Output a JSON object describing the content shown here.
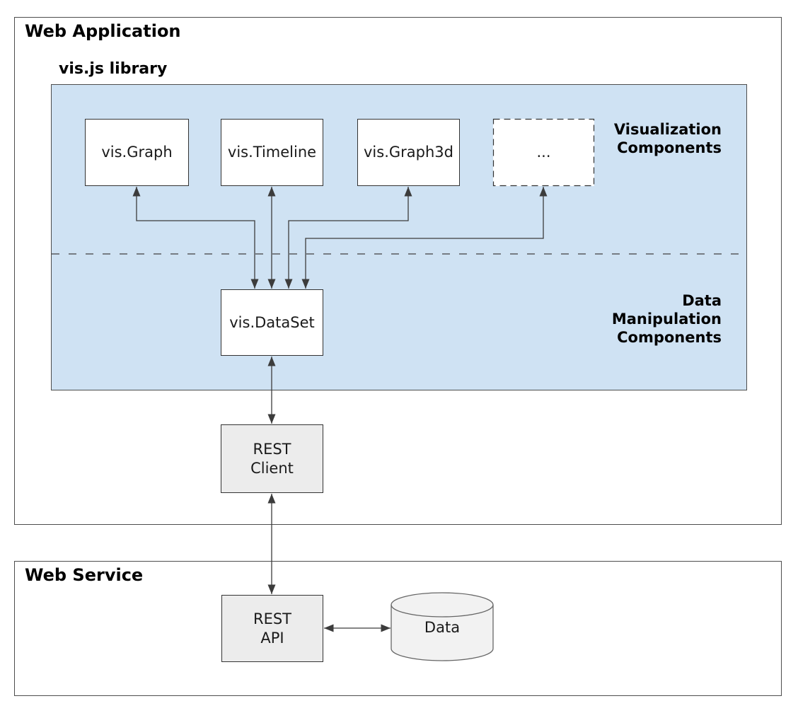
{
  "diagram": {
    "web_application": {
      "title": "Web Application",
      "visjs_library_label": "vis.js library",
      "visualization_section": {
        "label_lines": [
          "Visualization",
          "Components"
        ],
        "components": [
          "vis.Graph",
          "vis.Timeline",
          "vis.Graph3d",
          "..."
        ]
      },
      "data_manipulation_section": {
        "label_lines": [
          "Data",
          "Manipulation",
          "Components"
        ],
        "dataset_label": "vis.DataSet"
      },
      "rest_client_lines": [
        "REST",
        "Client"
      ]
    },
    "web_service": {
      "title": "Web Service",
      "rest_api_lines": [
        "REST",
        "API"
      ],
      "data_store_label": "Data"
    },
    "connections": [
      "vis.Graph <-> vis.DataSet",
      "vis.Timeline <-> vis.DataSet",
      "vis.Graph3d <-> vis.DataSet",
      "... <-> vis.DataSet",
      "vis.DataSet <-> REST Client",
      "REST Client <-> REST API",
      "REST API <-> Data"
    ],
    "colors": {
      "library_fill": "#cfe2f3",
      "white_box_fill": "#ffffff",
      "gray_box_fill": "#ececec",
      "cylinder_fill": "#f2f2f2",
      "box_border": "#333333",
      "container_border": "#4d4d4d",
      "cylinder_border": "#666666",
      "arrow": "#3c3c3c",
      "text": "#000000"
    }
  }
}
